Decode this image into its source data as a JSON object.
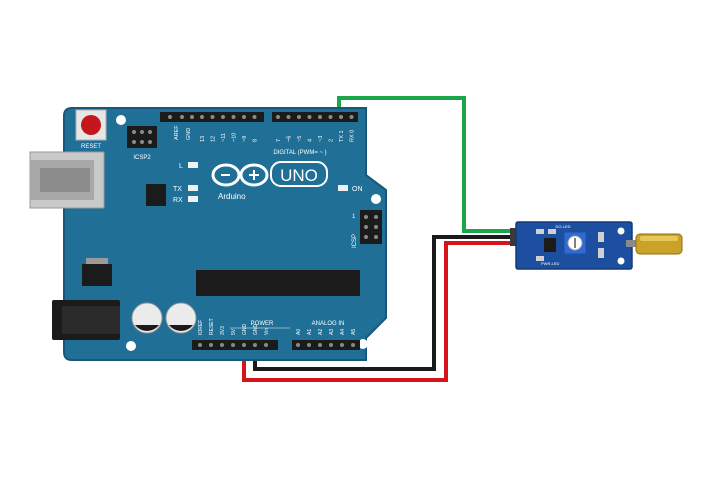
{
  "board": {
    "reset_label": "RESET",
    "icsp2_label": "ICSP2",
    "icsp_label": "ICSP",
    "icsp_pin1": "1",
    "aref_label": "AREF",
    "gnd_label": "GND",
    "digital_pins": [
      "13",
      "12",
      "~11",
      "~10",
      "~9",
      "8",
      "7",
      "~6",
      "~5",
      "4",
      "~3",
      "2",
      "TX 1",
      "RX 0"
    ],
    "digital_label": "DIGITAL (PWM= ~ )",
    "l_label": "L",
    "tx_label": "TX",
    "rx_label": "RX",
    "on_label": "ON",
    "brand": "Arduino",
    "model": "UNO",
    "power_label": "POWER",
    "analog_label": "ANALOG IN",
    "power_pins": [
      "IOREF",
      "RESET",
      "3V3",
      "5V",
      "GND",
      "GND",
      "Vin"
    ],
    "analog_pins": [
      "A0",
      "A1",
      "A2",
      "A3",
      "A4",
      "A5"
    ]
  },
  "sensor": {
    "side_label": "PWR-LED",
    "top_label": "DO-LED"
  },
  "wires": {
    "signal_color": "#1aa64a",
    "ground_color": "#1a1a1a",
    "power_color": "#d7141a"
  },
  "colors": {
    "board": "#1f6f97",
    "board_edge": "#18577a",
    "sensor_board": "#1c4fa0"
  }
}
